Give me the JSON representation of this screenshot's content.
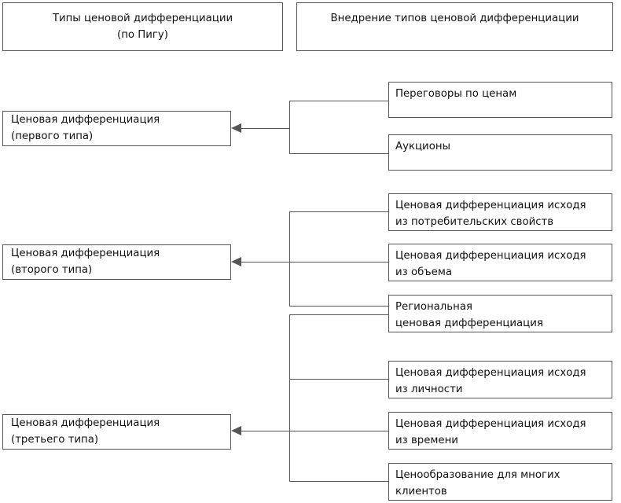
{
  "diagram": {
    "title_left": "Типы ценовой дифференциации\n(по Пигу)",
    "title_right": "Внедрение типов ценовой дифференциации",
    "types": [
      {
        "label": "Ценовая дифференциация\n(первого типа)"
      },
      {
        "label": "Ценовая дифференциация\n(второго типа)"
      },
      {
        "label": "Ценовая дифференциация\n(третьего типа)"
      }
    ],
    "implementations": [
      {
        "label": "Переговоры по ценам"
      },
      {
        "label": "Аукционы"
      },
      {
        "label": "Ценовая дифференциация исходя\nиз потребительских свойств"
      },
      {
        "label": "Ценовая дифференциация исходя\nиз объема"
      },
      {
        "label": "Региональная\nценовая дифференциация"
      },
      {
        "label": "Ценовая дифференциация исходя\nиз личности"
      },
      {
        "label": "Ценовая дифференциация исходя\nиз времени"
      },
      {
        "label": "Ценообразование для многих\nклиентов"
      }
    ],
    "colors": {
      "border": "#555555",
      "text": "#111111",
      "background": "#ffffff"
    }
  }
}
